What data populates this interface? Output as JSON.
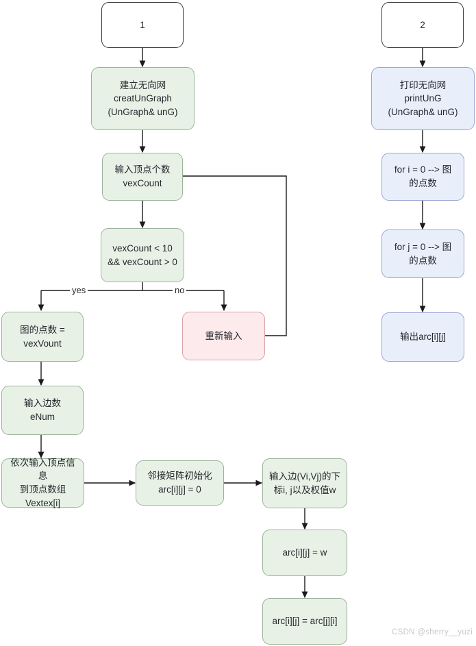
{
  "diagram": {
    "title": "Undirected network graph flowchart",
    "colors": {
      "green_fill": "#e8f1e6",
      "green_stroke": "#9bb39a",
      "blue_fill": "#e9eefb",
      "blue_stroke": "#9aa5d4",
      "pink_fill": "#fdeaec",
      "pink_stroke": "#d9a2ab",
      "plain_fill": "#ffffff",
      "plain_stroke": "#3b3b3b",
      "edge_stroke": "#1b1b1b",
      "text": "#24292e",
      "watermark": "#c9c9c9"
    },
    "left_flow": {
      "start": "1",
      "create_graph": "建立无向网\ncreatUnGraph\n(UnGraph& unG)",
      "input_vex_count": "输入顶点个数\nvexCount",
      "condition": "vexCount < 10\n&& vexCount > 0",
      "branch_yes": "yes",
      "branch_no": "no",
      "assign_vex": "图的点数 =\nvexVount",
      "reinput": "重新输入",
      "input_edge_count": "输入边数\neNum",
      "input_vertex_info": "依次输入顶点信息\n到顶点数组\nVextex[i]",
      "init_matrix": "邻接矩阵初始化\narc[i][j] = 0",
      "input_edge": "输入边(Vi,Vj)的下\n标i, j以及权值w",
      "assign_weight": "arc[i][j] = w",
      "mirror_weight": "arc[i][j] = arc[j][i]"
    },
    "right_flow": {
      "start": "2",
      "print_graph": "打印无向网\nprintUnG\n(UnGraph& unG)",
      "for_i": "for i = 0 --> 图\n的点数",
      "for_j": "for j = 0 --> 图\n的点数",
      "output": "输出arc[i][j]"
    },
    "watermark": "CSDN @sherry__yuzi"
  }
}
